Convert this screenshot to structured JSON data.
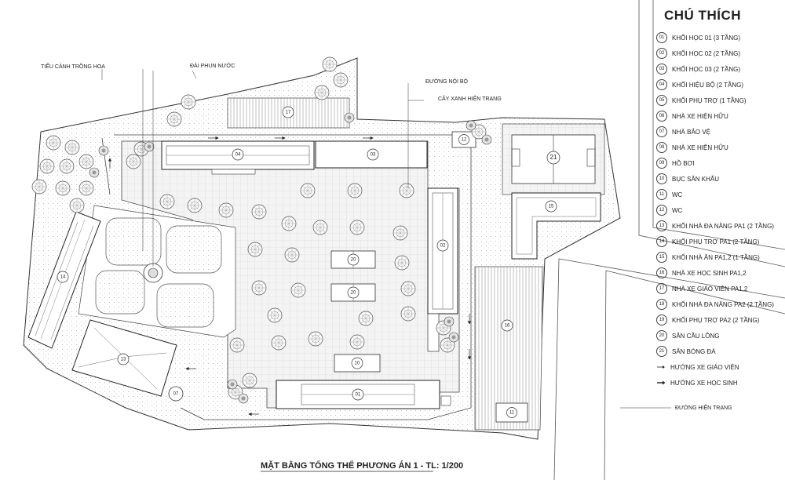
{
  "plan": {
    "title": "MẶT BẰNG TỔNG THỂ PHƯƠNG ÁN 1 - TL: 1/200",
    "callouts": {
      "landscape": "TIỂU CẢNH TRỒNG HOA",
      "fountain": "ĐÀI PHUN NƯỚC",
      "internal_road": "ĐƯỜNG NỘI BỘ",
      "existing_trees": "CÂY XANH HIỆN TRẠNG",
      "existing_road": "ĐƯỜNG HIỆN TRẠNG"
    },
    "buildings": {
      "b01": "01",
      "b02": "02",
      "b03": "03",
      "b04": "04",
      "b07": "07",
      "b10": "10",
      "b11": "11",
      "b12": "12",
      "b13": "13",
      "b14": "14",
      "b15": "15",
      "b16": "16",
      "b17": "17",
      "b20a": "20",
      "b20b": "20",
      "b21": "21"
    }
  },
  "legend": {
    "title": "CHÚ THÍCH",
    "items": [
      {
        "num": "01",
        "label": "KHỐI HỌC 01 (3 TẦNG)"
      },
      {
        "num": "02",
        "label": "KHỐI HỌC 02 (2 TẦNG)"
      },
      {
        "num": "03",
        "label": "KHỐI HỌC 03 (2 TẦNG)"
      },
      {
        "num": "04",
        "label": "KHỐI HIỆU BỘ (2 TẦNG)"
      },
      {
        "num": "05",
        "label": "KHỐI PHỤ TRỢ (1 TẦNG)"
      },
      {
        "num": "06",
        "label": "NHÀ XE HIỆN HỮU"
      },
      {
        "num": "07",
        "label": "NHÀ BẢO VỆ"
      },
      {
        "num": "08",
        "label": "NHÀ XE HIỆN HỮU"
      },
      {
        "num": "09",
        "label": "HỒ BƠI"
      },
      {
        "num": "10",
        "label": "BỤC SÂN KHẤU"
      },
      {
        "num": "11",
        "label": "WC"
      },
      {
        "num": "12",
        "label": "WC"
      },
      {
        "num": "13",
        "label": "KHỐI NHÀ ĐA NĂNG PA1 (2 TẦNG)"
      },
      {
        "num": "14",
        "label": "KHỐI PHỤ TRỢ PA1 (2 TẦNG)"
      },
      {
        "num": "15",
        "label": "KHỐI NHÀ ĂN PA1,2 (1 TẦNG)"
      },
      {
        "num": "16",
        "label": "NHÀ XE HỌC SINH PA1,2"
      },
      {
        "num": "17",
        "label": "NHÀ XE GIÁO VIÊN PA1,2"
      },
      {
        "num": "18",
        "label": "KHỐI NHÀ ĐA NĂNG PA2 (2 TẦNG)"
      },
      {
        "num": "19",
        "label": "KHỐI PHỤ TRỢ PA2 (2 TẦNG)"
      },
      {
        "num": "20",
        "label": "SÂN CẦU LÔNG"
      },
      {
        "num": "21",
        "label": "SÂN BÓNG ĐÁ"
      }
    ],
    "arrows": [
      {
        "label": "HƯỚNG XE GIÁO VIÊN"
      },
      {
        "label": "HƯỚNG XE HỌC SINH"
      }
    ]
  }
}
